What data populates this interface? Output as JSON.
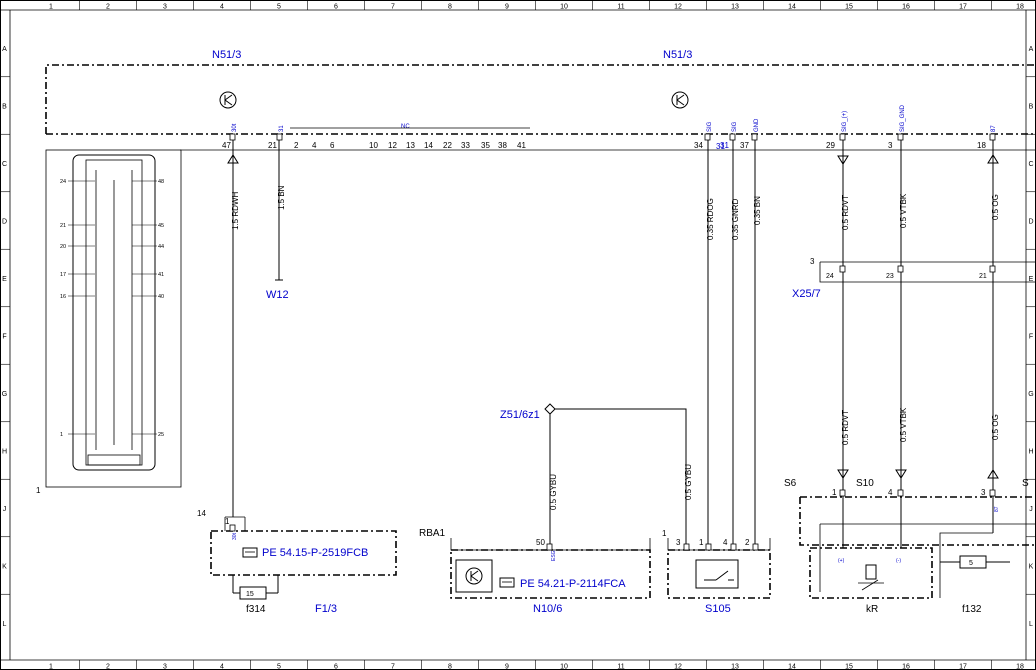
{
  "grid": {
    "columns": [
      "1",
      "2",
      "3",
      "4",
      "5",
      "6",
      "7",
      "8",
      "9",
      "10",
      "11",
      "12",
      "13",
      "14",
      "15",
      "16",
      "17",
      "18"
    ],
    "rows": [
      "A",
      "B",
      "C",
      "D",
      "E",
      "F",
      "G",
      "H",
      "J",
      "K",
      "L"
    ]
  },
  "components": {
    "n51_left": "N51/3",
    "n51_right": "N51/3",
    "w12": "W12",
    "x25": "X25/7",
    "z51": "Z51/6z1",
    "rba1": "RBA1",
    "n10": "N10/6",
    "s105": "S105",
    "f1": "F1/3",
    "f314": "f314",
    "kr": "kR",
    "f132": "f132",
    "s6": "S6",
    "s10": "S10",
    "s_trunc": "S",
    "conn_label": "1"
  },
  "references": {
    "pe1": "PE 54.15-P-2519FCB",
    "pe2": "PE 54.21-P-2114FCA"
  },
  "pin_functions": {
    "p30t": "30t",
    "p31": "31",
    "nc": "NC",
    "sig1": "SIG",
    "sig2": "SIG",
    "gnd": "GND",
    "sig_plus": "SIG_(+)",
    "sig_gnd": "SIG_GND",
    "p87": "87",
    "p30t_f": "30t",
    "esg": "ESG",
    "p87_s": "87",
    "p31_blue": "31"
  },
  "pins": {
    "top_row": [
      "47",
      "21",
      "2",
      "4",
      "6",
      "10",
      "12",
      "13",
      "14",
      "22",
      "33",
      "35",
      "38",
      "41"
    ],
    "right_row": [
      "34",
      "31",
      "37",
      "29",
      "3",
      "18"
    ],
    "x25": [
      "3",
      "24",
      "23",
      "21"
    ],
    "fuse": [
      "14",
      "1"
    ],
    "n10": [
      "50"
    ],
    "s105": [
      "1",
      "3",
      "1",
      "4",
      "2"
    ],
    "s_module": [
      "1",
      "4",
      "3"
    ],
    "fuse_values": [
      "15",
      "5"
    ],
    "connector_left": [
      "24",
      "21",
      "20",
      "17",
      "16",
      "1"
    ],
    "connector_right": [
      "48",
      "45",
      "44",
      "41",
      "40",
      "25"
    ],
    "polarity": [
      "(+)",
      "(-)"
    ]
  },
  "wires": {
    "w47": "1.5 RDWH",
    "w21": "1.5 BN",
    "w34": "0.35 RDOG",
    "w31": "0.35 GNRD",
    "w37": "0.35 BN",
    "w29": "0.5 RDVT",
    "w3": "0.5 VTBK",
    "w18": "0.5 OG",
    "w29b": "0.5 RDVT",
    "w3b": "0.5 VTBK",
    "w18b": "0.5 OG",
    "gybu1": "0.5 GYBU",
    "gybu2": "0.5 GYBU"
  }
}
